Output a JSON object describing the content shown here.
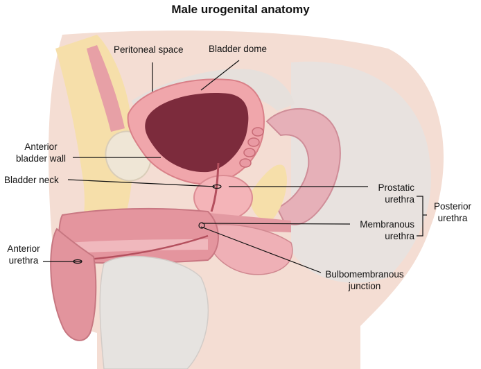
{
  "title": "Male urogenital anatomy",
  "labels": {
    "peritoneal_space": "Peritoneal space",
    "bladder_dome": "Bladder dome",
    "anterior_bladder_wall": [
      "Anterior",
      "bladder wall"
    ],
    "bladder_neck": "Bladder neck",
    "prostatic_urethra": [
      "Prostatic",
      "urethra"
    ],
    "posterior_urethra": [
      "Posterior",
      "urethra"
    ],
    "membranous_urethra": [
      "Membranous",
      "urethra"
    ],
    "anterior_urethra": [
      "Anterior",
      "urethra"
    ],
    "bulbomembranous_junction": [
      "Bulbomembranous",
      "junction"
    ]
  },
  "colors": {
    "skin": "#f3dcd2",
    "fat": "#f6dfaa",
    "muscle": "#e79ca4",
    "bladder_wall": "#f2a9ad",
    "bladder_lumen": "#7a2a3a",
    "bone": "#efe7d8",
    "rectum": "#e8b4bc",
    "gray_tissue": "#e6e3e0"
  }
}
